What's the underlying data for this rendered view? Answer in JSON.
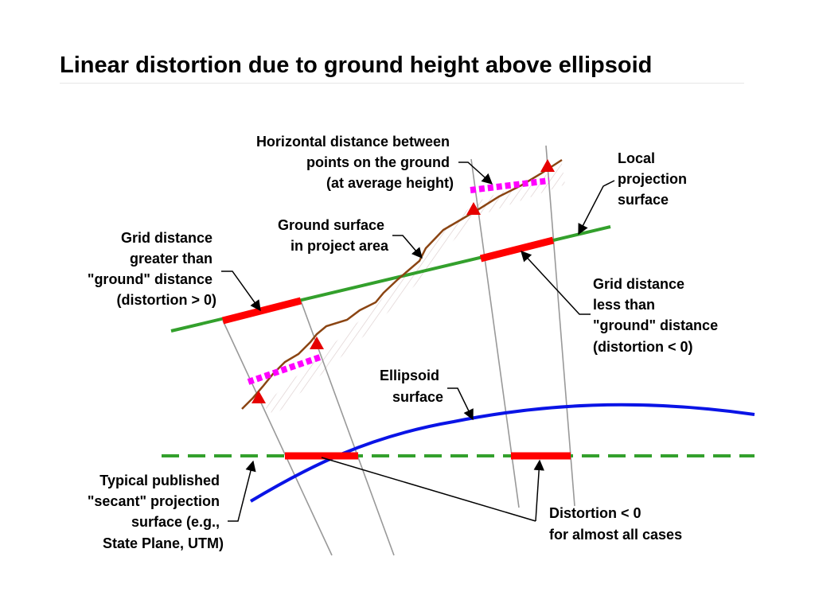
{
  "title": "Linear distortion due to ground height above ellipsoid",
  "labels": {
    "horizontal_distance": [
      "Horizontal distance between",
      "points on the ground",
      "(at average height)"
    ],
    "local_projection": [
      "Local",
      "projection",
      "surface"
    ],
    "ground_surface": [
      "Ground surface",
      "in project area"
    ],
    "grid_greater": [
      "Grid distance",
      "greater than",
      "\"ground\" distance",
      "(distortion > 0)"
    ],
    "grid_less": [
      "Grid distance",
      "less than",
      "\"ground\" distance",
      "(distortion < 0)"
    ],
    "ellipsoid": [
      "Ellipsoid",
      "surface"
    ],
    "secant": [
      "Typical published",
      "\"secant\" projection",
      "surface (e.g.,",
      "State Plane, UTM)"
    ],
    "distortion_neg": [
      "Distortion < 0",
      "for almost all cases"
    ]
  },
  "colors": {
    "local_projection_line": "#33a02c",
    "secant_line": "#33a02c",
    "ellipsoid_line": "#0a14e6",
    "ground_line": "#8b4513",
    "grid_segments": "#ff0000",
    "ground_segments": "#ff00ff",
    "markers": "#e60000",
    "projector_lines": "#999999"
  }
}
